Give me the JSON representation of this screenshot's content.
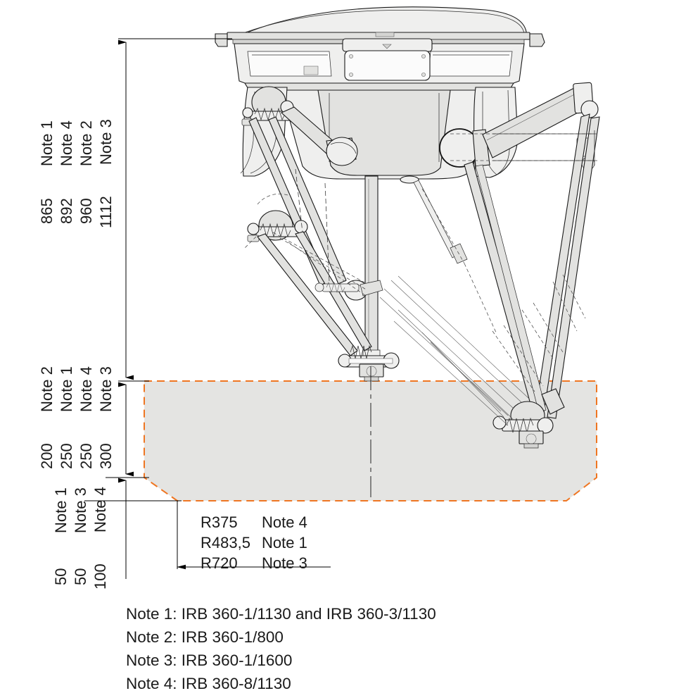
{
  "diagram": {
    "title": "IRB 360 working range",
    "subject": "ABB IRB 360 FlexPicker delta robot, side elevation with working range envelope",
    "colors": {
      "envelope_border": "#ef7622",
      "envelope_fill": "#e4e4e2",
      "line": "#1a1a1a",
      "background": "#ffffff"
    }
  },
  "vertical_dimensions_upper": {
    "description": "Height from mounting flange to top of working range",
    "entries": [
      {
        "value": "865",
        "note": "Note 1"
      },
      {
        "value": "892",
        "note": "Note 4"
      },
      {
        "value": "960",
        "note": "Note 2"
      },
      {
        "value": "1112",
        "note": "Note 3"
      }
    ]
  },
  "vertical_dimensions_middle": {
    "description": "Height of working range envelope",
    "entries": [
      {
        "value": "200",
        "note": "Note 2"
      },
      {
        "value": "250",
        "note": "Note 1"
      },
      {
        "value": "250",
        "note": "Note 4"
      },
      {
        "value": "300",
        "note": "Note 3"
      }
    ]
  },
  "vertical_dimensions_lower": {
    "description": "Chamfer height at bottom of working range envelope",
    "entries": [
      {
        "value": "50",
        "note": "Note 1"
      },
      {
        "value": "50",
        "note": "Note 3"
      },
      {
        "value": "100",
        "note": "Note 4"
      }
    ]
  },
  "radial_dimensions": {
    "description": "Working range radius",
    "entries": [
      {
        "value": "R375",
        "note": "Note 4"
      },
      {
        "value": "R483,5",
        "note": "Note 1"
      },
      {
        "value": "R720",
        "note": "Note 3"
      }
    ]
  },
  "legend": {
    "notes": [
      "Note 1: IRB 360-1/1130 and IRB 360-3/1130",
      "Note 2: IRB 360-1/800",
      "Note 3: IRB 360-1/1600",
      "Note 4: IRB 360-8/1130"
    ]
  }
}
